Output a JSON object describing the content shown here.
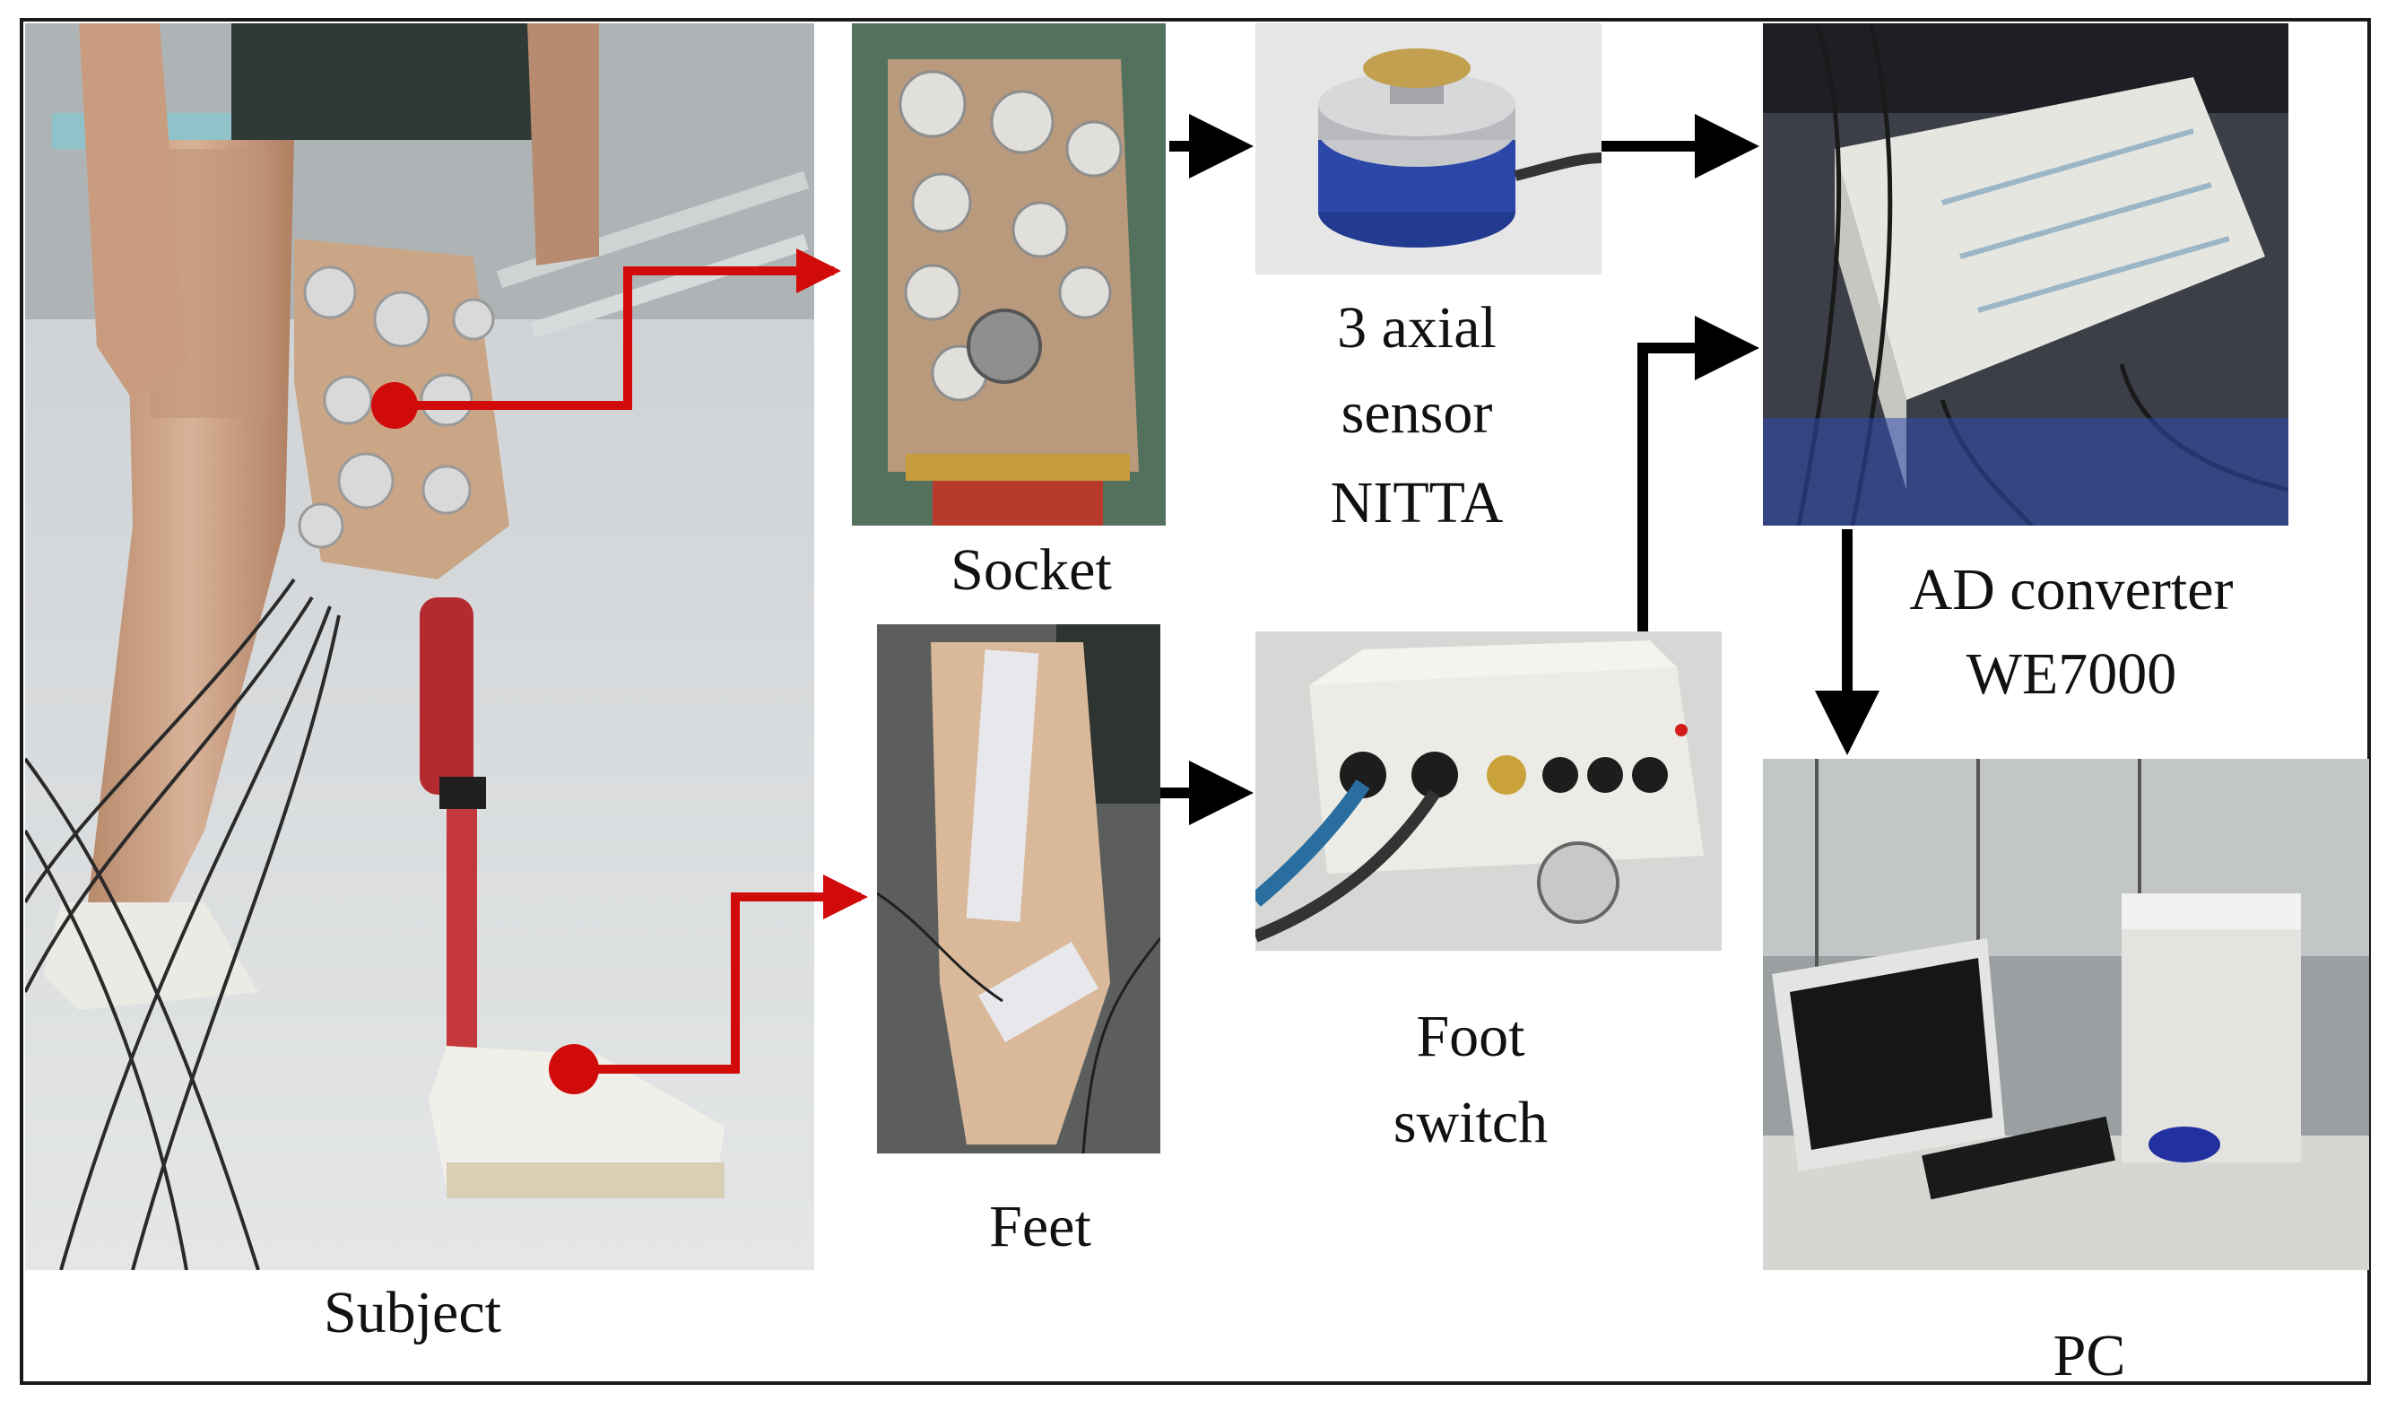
{
  "labels": {
    "subject": "Subject",
    "socket": "Socket",
    "feet": "Feet",
    "sensor": [
      "3 axial",
      "sensor",
      "NITTA"
    ],
    "foot_switch": [
      "Foot",
      "switch"
    ],
    "ad_converter": [
      "AD converter",
      "WE7000"
    ],
    "pc": "PC"
  },
  "colors": {
    "flow_arrow": "#000000",
    "marker_arrow": "#d10a0a",
    "frame": "#1a1a1a"
  }
}
